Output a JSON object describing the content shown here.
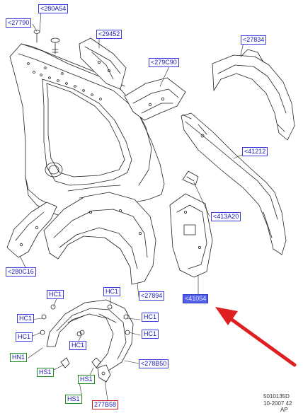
{
  "callouts": [
    {
      "id": "c-280a54",
      "text": "<280A54",
      "style": "blue"
    },
    {
      "id": "c-27790",
      "text": "<27790",
      "style": "blue"
    },
    {
      "id": "c-29452",
      "text": "<29452",
      "style": "blue"
    },
    {
      "id": "c-27834",
      "text": "<27834",
      "style": "blue"
    },
    {
      "id": "c-279c90",
      "text": "<279C90",
      "style": "blue"
    },
    {
      "id": "c-41212",
      "text": "<41212",
      "style": "blue"
    },
    {
      "id": "c-413a20",
      "text": "<413A20",
      "style": "blue"
    },
    {
      "id": "c-280c16",
      "text": "<280C16",
      "style": "blue"
    },
    {
      "id": "c-27894",
      "text": "<27894",
      "style": "blue"
    },
    {
      "id": "c-41054",
      "text": "<41054",
      "style": "highlight"
    },
    {
      "id": "c-hc1-a",
      "text": "HC1",
      "style": "blue"
    },
    {
      "id": "c-hc1-b",
      "text": "HC1",
      "style": "blue"
    },
    {
      "id": "c-hc1-c",
      "text": "HC1",
      "style": "blue"
    },
    {
      "id": "c-hc1-d",
      "text": "HC1",
      "style": "blue"
    },
    {
      "id": "c-hc1-e",
      "text": "HC1",
      "style": "blue"
    },
    {
      "id": "c-hc1-f",
      "text": "HC1",
      "style": "blue"
    },
    {
      "id": "c-hc1-g",
      "text": "HC1",
      "style": "blue"
    },
    {
      "id": "c-hn1",
      "text": "HN1",
      "style": "green"
    },
    {
      "id": "c-hs1-a",
      "text": "HS1",
      "style": "green"
    },
    {
      "id": "c-hs1-b",
      "text": "HS1",
      "style": "green"
    },
    {
      "id": "c-hs1-c",
      "text": "HS1",
      "style": "green"
    },
    {
      "id": "c-278b50",
      "text": "<278B50",
      "style": "blue"
    },
    {
      "id": "c-277b58",
      "text": "277B58",
      "style": "red"
    }
  ],
  "footer": {
    "code": "5010135D",
    "date": "10-2007 42",
    "tail": "AP"
  },
  "colors": {
    "line": "#222222",
    "label_blue": "#3a3ae0",
    "label_green": "#1f8a1f",
    "label_red": "#d01818",
    "highlight_bg": "#5560e8",
    "arrow": "#e02020"
  }
}
